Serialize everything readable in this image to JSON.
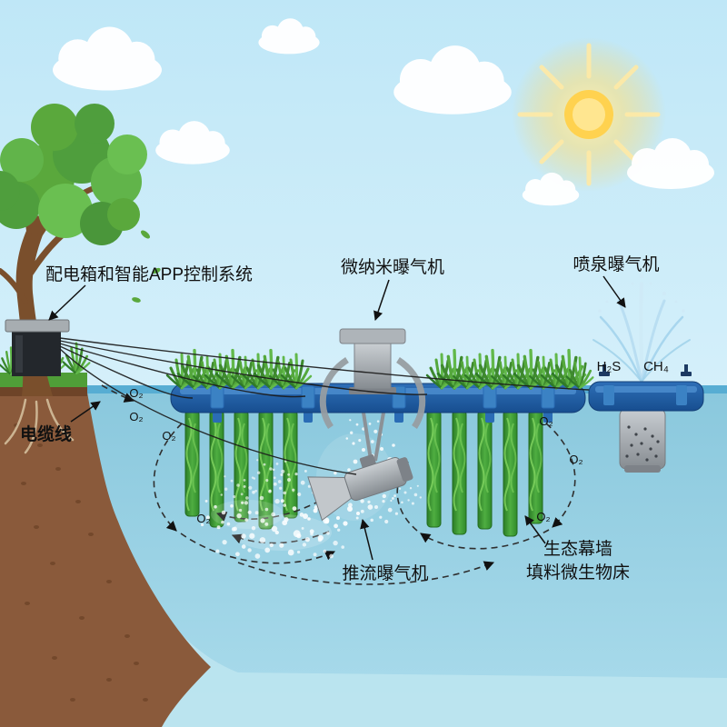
{
  "diagram": {
    "labels": {
      "control_system": "配电箱和智能APP控制系统",
      "cable": "电缆线",
      "micro_nano_aerator": "微纳米曝气机",
      "fountain_aerator": "喷泉曝气机",
      "thruster_aerator": "推流曝气机",
      "eco_wall": "生态幕墙",
      "bio_bed": "填料微生物床",
      "h2s": "H₂S",
      "ch4": "CH₄",
      "o2": "O₂"
    },
    "colors": {
      "sky": "#cdeefb",
      "water": "#9ad2e4",
      "float_blue": "#1d5aa4",
      "soil": "#8a5a3b",
      "foliage": "#5aa83c",
      "device_gray": "#9aa0a6",
      "sun": "#ffd24f"
    }
  }
}
